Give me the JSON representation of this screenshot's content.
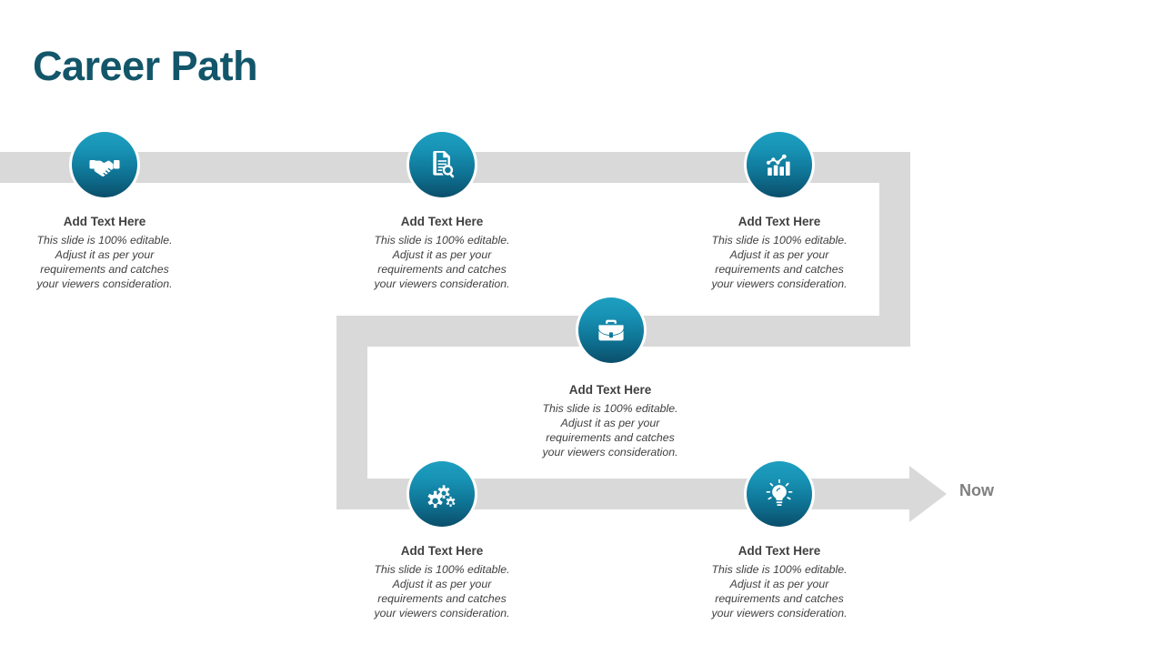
{
  "slide": {
    "title": "Career Path",
    "title_color": "#13566a",
    "background": "#ffffff"
  },
  "theme": {
    "path_color": "#d9d9d9",
    "node_gradient_start": "#1e9fc0",
    "node_gradient_end": "#0a4f6b",
    "text_color": "#404040",
    "now_color": "#808080"
  },
  "timeline": {
    "end_marker_label": "Now",
    "nodes": [
      {
        "id": "node-1",
        "icon": "handshake-icon",
        "heading": "Add Text Here",
        "body_lines": [
          "This slide is 100% editable.",
          "Adjust it as per your",
          "requirements  and catches",
          "your viewers  consideration."
        ]
      },
      {
        "id": "node-2",
        "icon": "document-search-icon",
        "heading": "Add Text Here",
        "body_lines": [
          "This slide is 100% editable.",
          "Adjust it as per your",
          "requirements  and catches",
          "your viewers  consideration."
        ]
      },
      {
        "id": "node-3",
        "icon": "growth-chart-icon",
        "heading": "Add Text Here",
        "body_lines": [
          "This slide is 100% editable.",
          "Adjust it as per your",
          "requirements  and catches",
          "your viewers  consideration."
        ]
      },
      {
        "id": "node-4",
        "icon": "briefcase-icon",
        "heading": "Add Text Here",
        "body_lines": [
          "This slide is 100% editable.",
          "Adjust it as per your",
          "requirements  and catches",
          "your viewers  consideration."
        ]
      },
      {
        "id": "node-5",
        "icon": "gears-icon",
        "heading": "Add Text Here",
        "body_lines": [
          "This slide is 100% editable.",
          "Adjust it as per your",
          "requirements  and catches",
          "your viewers  consideration."
        ]
      },
      {
        "id": "node-6",
        "icon": "lightbulb-icon",
        "heading": "Add Text Here",
        "body_lines": [
          "This slide is 100% editable.",
          "Adjust it as per your",
          "requirements  and catches",
          "your viewers  consideration."
        ]
      }
    ]
  }
}
